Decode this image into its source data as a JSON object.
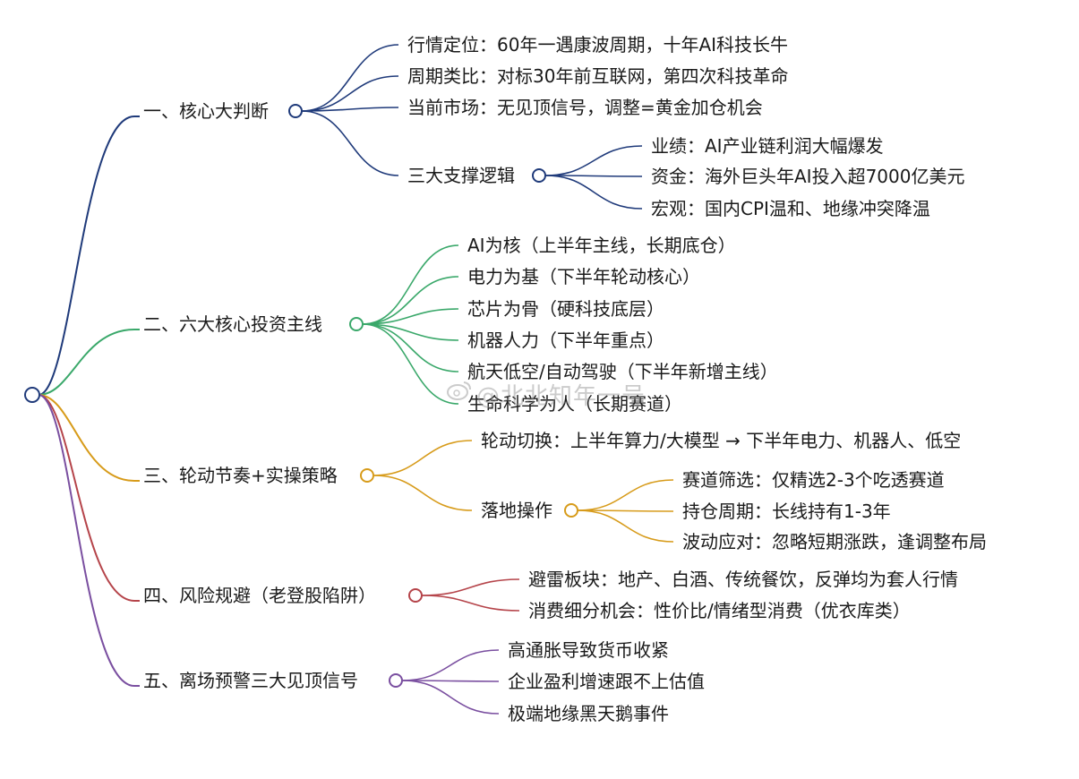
{
  "root": {},
  "branches": [
    {
      "label": "一、核心大判断",
      "color": "#1f3a7a",
      "children": [
        {
          "label": "行情定位：60年一遇康波周期，十年AI科技长牛"
        },
        {
          "label": "周期类比：对标30年前互联网，第四次科技革命"
        },
        {
          "label": "当前市场：无见顶信号，调整=黄金加仓机会"
        },
        {
          "label": "三大支撑逻辑",
          "children": [
            {
              "label": "业绩：AI产业链利润大幅爆发"
            },
            {
              "label": "资金：海外巨头年AI投入超7000亿美元"
            },
            {
              "label": "宏观：国内CPI温和、地缘冲突降温"
            }
          ]
        }
      ]
    },
    {
      "label": "二、六大核心投资主线",
      "color": "#3aa86a",
      "children": [
        {
          "label": "AI为核（上半年主线，长期底仓）"
        },
        {
          "label": "电力为基（下半年轮动核心）"
        },
        {
          "label": "芯片为骨（硬科技底层）"
        },
        {
          "label": "机器人力（下半年重点）"
        },
        {
          "label": "航天低空/自动驾驶（下半年新增主线）"
        },
        {
          "label": "生命科学为人（长期赛道）"
        }
      ]
    },
    {
      "label": "三、轮动节奏+实操策略",
      "color": "#d79b1a",
      "children": [
        {
          "label": "轮动切换：上半年算力/大模型 → 下半年电力、机器人、低空"
        },
        {
          "label": "落地操作",
          "children": [
            {
              "label": "赛道筛选：仅精选2-3个吃透赛道"
            },
            {
              "label": "持仓周期：长线持有1-3年"
            },
            {
              "label": "波动应对：忽略短期涨跌，逢调整布局"
            }
          ]
        }
      ]
    },
    {
      "label": "四、风险规避（老登股陷阱）",
      "color": "#b5444a",
      "children": [
        {
          "label": "避雷板块：地产、白酒、传统餐饮，反弹均为套人行情"
        },
        {
          "label": "消费细分机会：性价比/情绪型消费（优衣库类）"
        }
      ]
    },
    {
      "label": "五、离场预警三大见顶信号",
      "color": "#7a4fa0",
      "children": [
        {
          "label": "高通胀导致货币收紧"
        },
        {
          "label": "企业盈利增速跟不上估值"
        },
        {
          "label": "极端地缘黑天鹅事件"
        }
      ]
    }
  ],
  "watermark": "@北北知年一号"
}
